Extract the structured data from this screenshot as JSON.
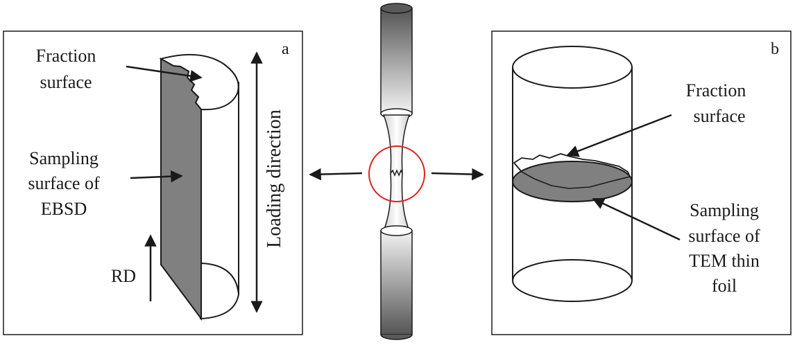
{
  "figure": {
    "panel_a": {
      "letter": "a",
      "fraction_surface": [
        "Fraction",
        "surface"
      ],
      "sampling_surface": [
        "Sampling",
        "surface of",
        "EBSD"
      ],
      "rd": "RD",
      "loading_direction": "Loading direction"
    },
    "panel_b": {
      "letter": "b",
      "fraction_surface": [
        "Fraction",
        "surface"
      ],
      "sampling_surface": [
        "Sampling",
        "surface of",
        "TEM thin",
        "foil"
      ]
    },
    "colors": {
      "line": "#1a1a1a",
      "section_fill": "#808080",
      "highlight_circle": "#e02020"
    }
  }
}
